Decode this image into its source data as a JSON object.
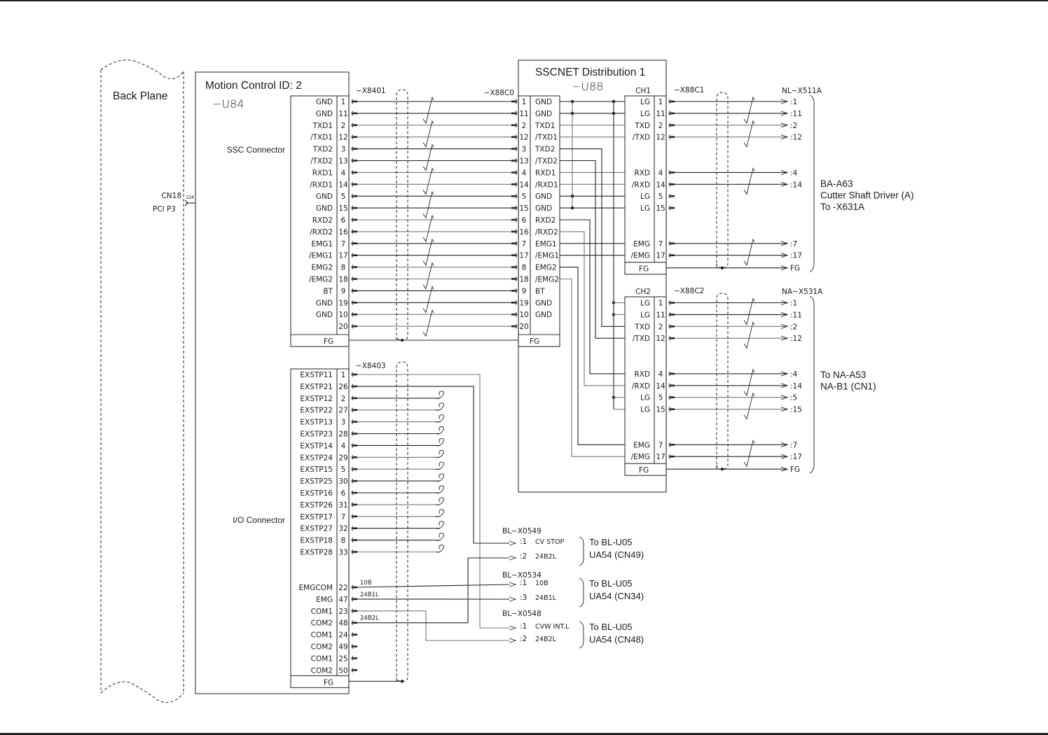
{
  "backplane": {
    "label": "Back Plane",
    "connector": "CN18",
    "slot": "PCI P3",
    "wire_count": "124"
  },
  "motion_control": {
    "title": "Motion Control ID: 2",
    "ref": "−U84",
    "ssc_connector": {
      "label": "SSC Connector",
      "cable": "−X8401",
      "fg": "FG",
      "pins": [
        {
          "sig": "GND",
          "pin": "1"
        },
        {
          "sig": "GND",
          "pin": "11"
        },
        {
          "sig": "TXD1",
          "pin": "2"
        },
        {
          "sig": "/TXD1",
          "pin": "12"
        },
        {
          "sig": "TXD2",
          "pin": "3"
        },
        {
          "sig": "/TXD2",
          "pin": "13"
        },
        {
          "sig": "RXD1",
          "pin": "4"
        },
        {
          "sig": "/RXD1",
          "pin": "14"
        },
        {
          "sig": "GND",
          "pin": "5"
        },
        {
          "sig": "GND",
          "pin": "15"
        },
        {
          "sig": "RXD2",
          "pin": "6"
        },
        {
          "sig": "/RXD2",
          "pin": "16"
        },
        {
          "sig": "EMG1",
          "pin": "7"
        },
        {
          "sig": "/EMG1",
          "pin": "17"
        },
        {
          "sig": "EMG2",
          "pin": "8"
        },
        {
          "sig": "/EMG2",
          "pin": "18"
        },
        {
          "sig": "BT",
          "pin": "9"
        },
        {
          "sig": "GND",
          "pin": "19"
        },
        {
          "sig": "GND",
          "pin": "10"
        },
        {
          "sig": "",
          "pin": "20"
        }
      ]
    },
    "io_connector": {
      "label": "I/O Connector",
      "cable": "−X8403",
      "fg": "FG",
      "pins": [
        {
          "sig": "EXSTP11",
          "pin": "1"
        },
        {
          "sig": "EXSTP21",
          "pin": "26"
        },
        {
          "sig": "EXSTP12",
          "pin": "2"
        },
        {
          "sig": "EXSTP22",
          "pin": "27"
        },
        {
          "sig": "EXSTP13",
          "pin": "3"
        },
        {
          "sig": "EXSTP23",
          "pin": "28"
        },
        {
          "sig": "EXSTP14",
          "pin": "4"
        },
        {
          "sig": "EXSTP24",
          "pin": "29"
        },
        {
          "sig": "EXSTP15",
          "pin": "5"
        },
        {
          "sig": "EXSTP25",
          "pin": "30"
        },
        {
          "sig": "EXSTP16",
          "pin": "6"
        },
        {
          "sig": "EXSTP26",
          "pin": "31"
        },
        {
          "sig": "EXSTP17",
          "pin": "7"
        },
        {
          "sig": "EXSTP27",
          "pin": "32"
        },
        {
          "sig": "EXSTP18",
          "pin": "8"
        },
        {
          "sig": "EXSTP28",
          "pin": "33"
        }
      ],
      "pins_lower": [
        {
          "sig": "EMGCOM",
          "pin": "22",
          "wire": "10B"
        },
        {
          "sig": "EMG",
          "pin": "47",
          "wire": "24B1L"
        },
        {
          "sig": "COM1",
          "pin": "23",
          "wire": ""
        },
        {
          "sig": "COM2",
          "pin": "48",
          "wire": "24B2L"
        },
        {
          "sig": "COM1",
          "pin": "24",
          "wire": ""
        },
        {
          "sig": "COM2",
          "pin": "49",
          "wire": ""
        },
        {
          "sig": "COM1",
          "pin": "25",
          "wire": ""
        },
        {
          "sig": "COM2",
          "pin": "50",
          "wire": ""
        }
      ]
    }
  },
  "sscnet": {
    "title": "SSCNET Distribution 1",
    "ref": "−U88",
    "input_cable": "−X88C0",
    "fg": "FG",
    "pins": [
      {
        "pin": "1",
        "sig": "GND"
      },
      {
        "pin": "11",
        "sig": "GND"
      },
      {
        "pin": "2",
        "sig": "TXD1"
      },
      {
        "pin": "12",
        "sig": "/TXD1"
      },
      {
        "pin": "3",
        "sig": "TXD2"
      },
      {
        "pin": "13",
        "sig": "/TXD2"
      },
      {
        "pin": "4",
        "sig": "RXD1"
      },
      {
        "pin": "14",
        "sig": "/RXD1"
      },
      {
        "pin": "5",
        "sig": "GND"
      },
      {
        "pin": "15",
        "sig": "GND"
      },
      {
        "pin": "6",
        "sig": "RXD2"
      },
      {
        "pin": "16",
        "sig": "/RXD2"
      },
      {
        "pin": "7",
        "sig": "EMG1"
      },
      {
        "pin": "17",
        "sig": "/EMG1"
      },
      {
        "pin": "8",
        "sig": "EMG2"
      },
      {
        "pin": "18",
        "sig": "/EMG2"
      },
      {
        "pin": "9",
        "sig": "BT"
      },
      {
        "pin": "19",
        "sig": "GND"
      },
      {
        "pin": "10",
        "sig": "GND"
      },
      {
        "pin": "20",
        "sig": ""
      }
    ],
    "channels": [
      {
        "name": "CH1",
        "cable": "−X88C1",
        "target_connector": "NL−X511A",
        "dest": [
          "BA-A63",
          "Cutter Shaft Driver (A)",
          "To -X631A"
        ],
        "pins": [
          {
            "sig": "LG",
            "pin": "1",
            "to": ":1"
          },
          {
            "sig": "LG",
            "pin": "11",
            "to": ":11"
          },
          {
            "sig": "TXD",
            "pin": "2",
            "to": ":2"
          },
          {
            "sig": "/TXD",
            "pin": "12",
            "to": ":12"
          },
          {
            "sig": "RXD",
            "pin": "4",
            "to": ":4"
          },
          {
            "sig": "/RXD",
            "pin": "14",
            "to": ":14"
          },
          {
            "sig": "LG",
            "pin": "5",
            "to": ""
          },
          {
            "sig": "LG",
            "pin": "15",
            "to": ""
          },
          {
            "sig": "EMG",
            "pin": "7",
            "to": ":7"
          },
          {
            "sig": "/EMG",
            "pin": "17",
            "to": ":17"
          }
        ],
        "fg": "FG",
        "fg_to": "FG"
      },
      {
        "name": "CH2",
        "cable": "−X88C2",
        "target_connector": "NA−X531A",
        "dest": [
          "To NA-A53",
          "NA-B1 (CN1)"
        ],
        "pins": [
          {
            "sig": "LG",
            "pin": "1",
            "to": ":1"
          },
          {
            "sig": "LG",
            "pin": "11",
            "to": ":11"
          },
          {
            "sig": "TXD",
            "pin": "2",
            "to": ":2"
          },
          {
            "sig": "/TXD",
            "pin": "12",
            "to": ":12"
          },
          {
            "sig": "RXD",
            "pin": "4",
            "to": ":4"
          },
          {
            "sig": "/RXD",
            "pin": "14",
            "to": ":14"
          },
          {
            "sig": "LG",
            "pin": "5",
            "to": ":5"
          },
          {
            "sig": "LG",
            "pin": "15",
            "to": ":15"
          },
          {
            "sig": "EMG",
            "pin": "7",
            "to": ":7"
          },
          {
            "sig": "/EMG",
            "pin": "17",
            "to": ":17"
          }
        ],
        "fg": "FG",
        "fg_to": "FG"
      }
    ]
  },
  "bl_terminals": [
    {
      "name": "BL−X0549",
      "rows": [
        {
          "term": ":1",
          "sig": "CV STOP"
        },
        {
          "term": ":2",
          "sig": "24B2L"
        }
      ],
      "dest": [
        "To BL-U05",
        "UA54 (CN49)"
      ]
    },
    {
      "name": "BL−X0534",
      "rows": [
        {
          "term": ":1",
          "sig": "10B"
        },
        {
          "term": ":3",
          "sig": "24B1L"
        }
      ],
      "dest": [
        "To BL-U05",
        "UA54 (CN34)"
      ]
    },
    {
      "name": "BL−X0548",
      "rows": [
        {
          "term": ":1",
          "sig": "CVW INT.L"
        },
        {
          "term": ":2",
          "sig": "24B2L"
        }
      ],
      "dest": [
        "To BL-U05",
        "UA54 (CN48)"
      ]
    }
  ]
}
